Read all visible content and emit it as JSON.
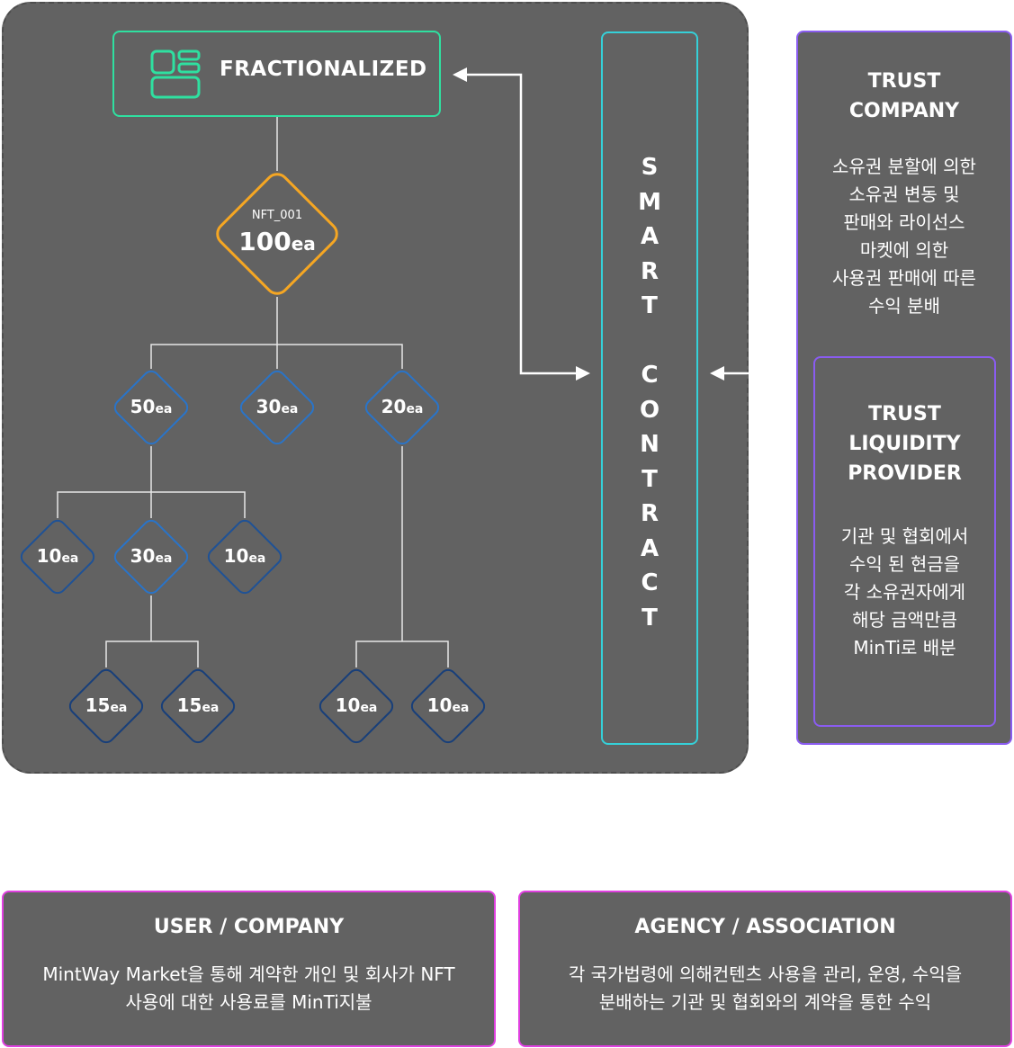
{
  "fractionalized": {
    "label": "FRACTIONALIZED",
    "icon": "grid-layout-icon"
  },
  "root_node": {
    "name": "NFT_001",
    "amount": "100",
    "unit": "ea"
  },
  "tree_nodes": [
    {
      "id": "n50",
      "amount": "50",
      "unit": "ea"
    },
    {
      "id": "n30",
      "amount": "30",
      "unit": "ea"
    },
    {
      "id": "n20",
      "amount": "20",
      "unit": "ea"
    },
    {
      "id": "n10a",
      "amount": "10",
      "unit": "ea"
    },
    {
      "id": "n30b",
      "amount": "30",
      "unit": "ea"
    },
    {
      "id": "n10b",
      "amount": "10",
      "unit": "ea"
    },
    {
      "id": "n15a",
      "amount": "15",
      "unit": "ea"
    },
    {
      "id": "n15b",
      "amount": "15",
      "unit": "ea"
    },
    {
      "id": "n10c",
      "amount": "10",
      "unit": "ea"
    },
    {
      "id": "n10d",
      "amount": "10",
      "unit": "ea"
    }
  ],
  "smart_contract": {
    "letters": [
      "S",
      "M",
      "A",
      "R",
      "T",
      "",
      "C",
      "O",
      "N",
      "T",
      "R",
      "A",
      "C",
      "T"
    ]
  },
  "trust_company": {
    "title_line1": "TRUST",
    "title_line2": "COMPANY",
    "description": "소유권 분할에 의한\n소유권 변동 및\n판매와 라이선스\n마켓에 의한\n사용권 판매에 따른\n수익 분배"
  },
  "trust_liquidity": {
    "title_line1": "TRUST",
    "title_line2": "LIQUIDITY",
    "title_line3": "PROVIDER",
    "description": "기관 및 협회에서\n수익 된 현금을\n각 소유권자에게\n해당 금액만큼\nMinTi로 배분"
  },
  "user_company": {
    "title": "USER / COMPANY",
    "description": "MintWay Market을 통해 계약한 개인 및 회사가 NFT\n사용에 대한 사용료를 MinTi지불"
  },
  "agency": {
    "title": "AGENCY / ASSOCIATION",
    "description": "각 국가법령에 의해컨텐츠 사용을 관리, 운영, 수익을\n분배하는 기관 및 협회와의 계약을 통한 수익"
  },
  "colors": {
    "fractionalized": "#2fe0a0",
    "root": "#f5a623",
    "level1": "#2a74c8",
    "level2": "#1f5296",
    "level3": "#183f7a",
    "smart_contract": "#35d0d8",
    "trust": "#8a5cf0",
    "bottom": "#e040e0"
  }
}
